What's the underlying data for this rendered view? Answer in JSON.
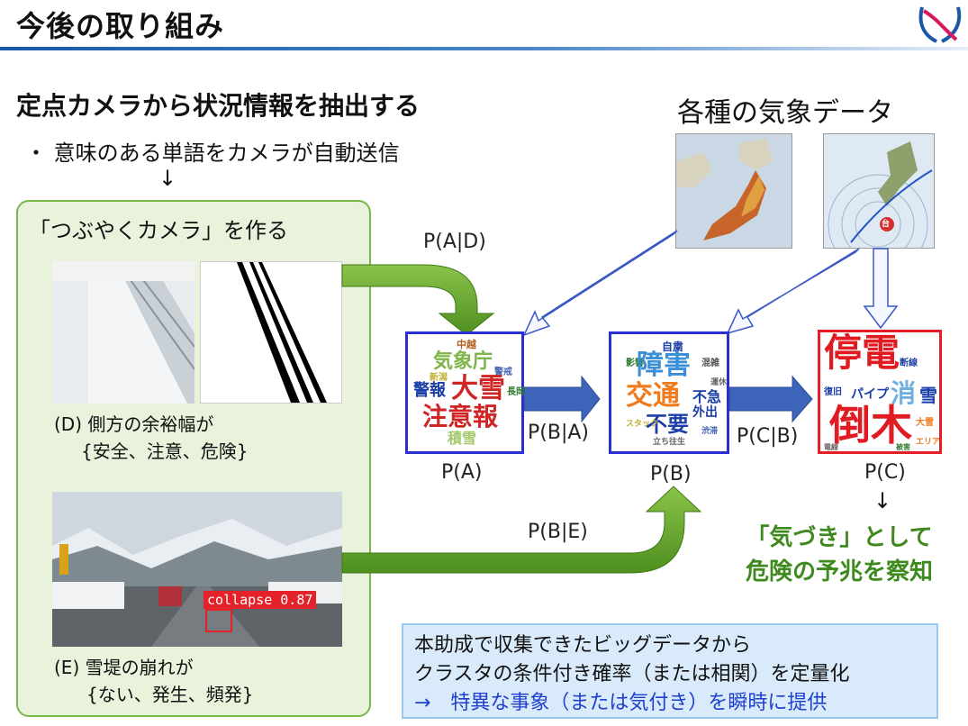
{
  "header": {
    "title": "今後の取り組み"
  },
  "subtitle": "定点カメラから状況情報を抽出する",
  "bullet": "・ 意味のある単語をカメラが自動送信",
  "down_arrow": "↓",
  "weather_title": "各種の気象データ",
  "panel": {
    "title": "「つぶやくカメラ」を作る",
    "caption_d_1": "(D) 側方の余裕幅が",
    "caption_d_2": "{安全、注意、危険}",
    "caption_e_1": "(E) 雪堤の崩れが",
    "caption_e_2": "{ない、発生、頻発}",
    "detection_label": "collapse 0.87"
  },
  "map_labels": {
    "typhoon": "台"
  },
  "probabilities": {
    "p_a_given_d": "P(A|D)",
    "p_b_given_a": "P(B|A)",
    "p_c_given_b": "P(C|B)",
    "p_b_given_e": "P(B|E)",
    "p_a": "P(A)",
    "p_b": "P(B)",
    "p_c": "P(C)"
  },
  "cloud_a": {
    "w1": "中越",
    "w2": "気象庁",
    "w3": "大雪",
    "w4": "警報",
    "w5": "注意報",
    "w6": "積雪",
    "w7": "新潟",
    "w8": "長岡",
    "w9": "警戒"
  },
  "cloud_b": {
    "w1": "自粛",
    "w2": "障害",
    "w3": "交通",
    "w4": "不急",
    "w5": "外出",
    "w6": "不要",
    "w7": "影響",
    "w8": "混雑",
    "w9": "スタック",
    "w10": "立ち往生",
    "w11": "運休",
    "w12": "渋滞"
  },
  "cloud_c": {
    "w1": "停電",
    "w2": "倒木",
    "w3": "消",
    "w4": "雪",
    "w5": "パイプ",
    "w6": "復旧",
    "w7": "大雪",
    "w8": "エリア",
    "w9": "被害",
    "w10": "断線",
    "w11": "電線"
  },
  "arrow_after_pc": "↓",
  "insight": {
    "line1": "「気づき」として",
    "line2": "危険の予兆を察知"
  },
  "note": {
    "line1": "本助成で収集できたビッグデータから",
    "line2": "クラスタの条件付き確率（または相関）を定量化",
    "line3": "→　特異な事象（または気付き）を瞬時に提供"
  },
  "colors": {
    "accent_blue": "#1b57a8",
    "green": "#3f8a1e",
    "panel_green": "#e9f3dc",
    "note_blue": "#d9ebfa",
    "red_border": "#e41e26",
    "blue_border": "#2b2fd0"
  }
}
